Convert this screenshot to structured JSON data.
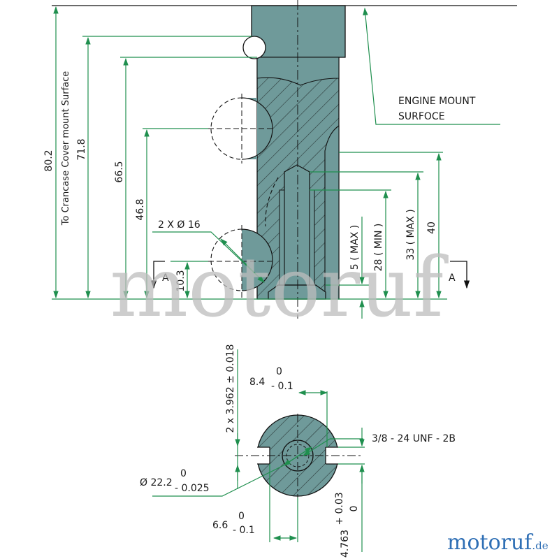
{
  "colors": {
    "shaft_fill": "#6f9a9a",
    "dimension_line": "#1f8f4e",
    "outline": "#111111",
    "watermark": "#bdbdbd",
    "logo_primary": "#2f6fb5",
    "logo_accent": "#e0a000"
  },
  "labels": {
    "engine_mount": [
      "ENGINE MOUNT",
      "SURFOCE"
    ],
    "crankcase": "To Crancase Cover mount Surface",
    "bores": "2 X Ø 16",
    "section_left": "A",
    "section_right": "A",
    "thread": "3/8 - 24 UNF - 2B"
  },
  "dimensions": {
    "d80_2": "80.2",
    "d71_8": "71.8",
    "d66_5": "66.5",
    "d46_8": "46.8",
    "d10_3": "10.3",
    "d5_max": "5 ( MAX )",
    "d28_min": "28 ( MIN )",
    "d33_max": "33 ( MAX )",
    "d40": "40",
    "d2x3962": "2 x 3.962 ± 0.018",
    "d8_4": "8.4",
    "d8_4_tol_up": "0",
    "d8_4_tol_dn": "- 0.1",
    "d22_2": "Ø 22.2",
    "d22_2_tol_up": "0",
    "d22_2_tol_dn": "- 0.025",
    "d6_6": "6.6",
    "d6_6_tol_up": "0",
    "d6_6_tol_dn": "- 0.1",
    "d4_763": "4.763",
    "d4_763_tol_up": "+ 0.03",
    "d4_763_tol_dn": "0"
  },
  "watermark": "motoruf",
  "logo": {
    "main": "motoruf",
    "suffix": ".de"
  }
}
